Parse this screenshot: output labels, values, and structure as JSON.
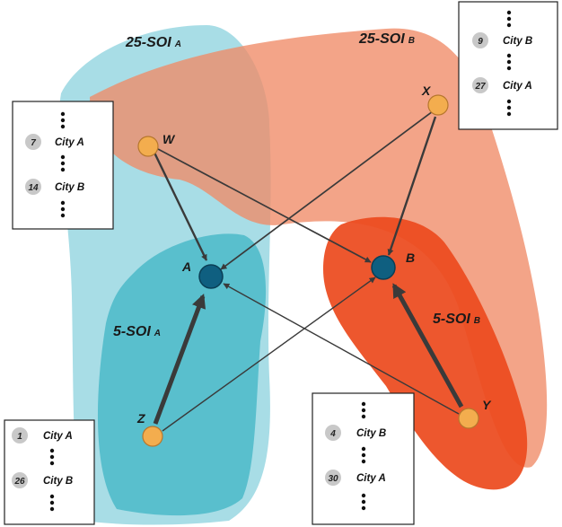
{
  "regions": {
    "soi25_a": {
      "prefix": "25-SOI",
      "sub": "A",
      "color": "#8fd3df"
    },
    "soi25_b": {
      "prefix": "25-SOI",
      "sub": "B",
      "color": "#ef8a67"
    },
    "soi5_a": {
      "prefix": "5-SOI",
      "sub": "A",
      "color": "#53bccb"
    },
    "soi5_b": {
      "prefix": "5-SOI",
      "sub": "B",
      "color": "#ec4a1e"
    }
  },
  "nodes": {
    "A": {
      "label": "A",
      "color": "#0f5f80"
    },
    "B": {
      "label": "B",
      "color": "#0f5f80"
    },
    "W": {
      "label": "W",
      "color": "#f3ad4e"
    },
    "X": {
      "label": "X",
      "color": "#f3ad4e"
    },
    "Y": {
      "label": "Y",
      "color": "#f3ad4e"
    },
    "Z": {
      "label": "Z",
      "color": "#f3ad4e"
    }
  },
  "rank_boxes": {
    "W": [
      {
        "rank": "7",
        "city": "City A"
      },
      {
        "rank": "14",
        "city": "City B"
      }
    ],
    "X": [
      {
        "rank": "9",
        "city": "City B"
      },
      {
        "rank": "27",
        "city": "City A"
      }
    ],
    "Z": [
      {
        "rank": "1",
        "city": "City A"
      },
      {
        "rank": "26",
        "city": "City B"
      }
    ],
    "Y": [
      {
        "rank": "4",
        "city": "City B"
      },
      {
        "rank": "30",
        "city": "City A"
      }
    ]
  },
  "colors": {
    "arrow": "#3a3a3a",
    "rank_badge": "#c8c8c8"
  }
}
